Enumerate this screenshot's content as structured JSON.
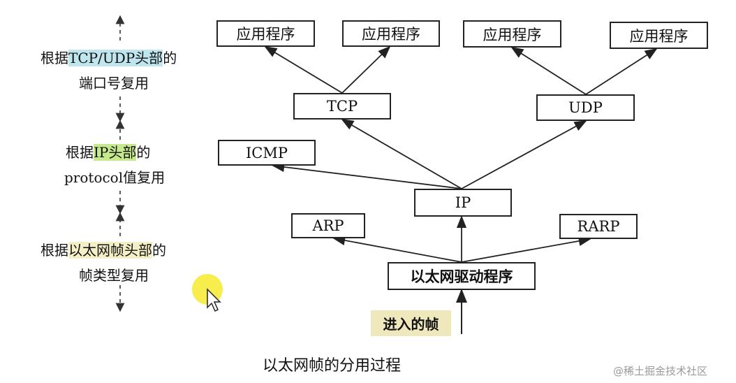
{
  "diagram": {
    "app_boxes": [
      "应用程序",
      "应用程序",
      "应用程序",
      "应用程序"
    ],
    "tcp": "TCP",
    "udp": "UDP",
    "icmp": "ICMP",
    "ip": "IP",
    "arp": "ARP",
    "rarp": "RARP",
    "driver": "以太网驱动程序",
    "incoming_frame": "进入的帧",
    "caption": "以太网帧的分用过程"
  },
  "side_labels": {
    "port": {
      "prefix": "根据",
      "highlight": "TCP/UDP头部",
      "suffix": "的",
      "line2": "端口号复用"
    },
    "protocol": {
      "prefix": "根据",
      "highlight": "IP头部",
      "suffix": "的",
      "line2": "protocol值复用"
    },
    "frame": {
      "prefix": "根据",
      "highlight": "以太网帧头部",
      "suffix": "的",
      "line2": "帧类型复用"
    }
  },
  "watermark": "@稀土掘金技术社区",
  "colors": {
    "highlight_blue": "#bfe6ef",
    "highlight_green": "#c7e98e",
    "highlight_yellow": "#f4efc6",
    "cursor_halo": "#f6ec3b"
  }
}
